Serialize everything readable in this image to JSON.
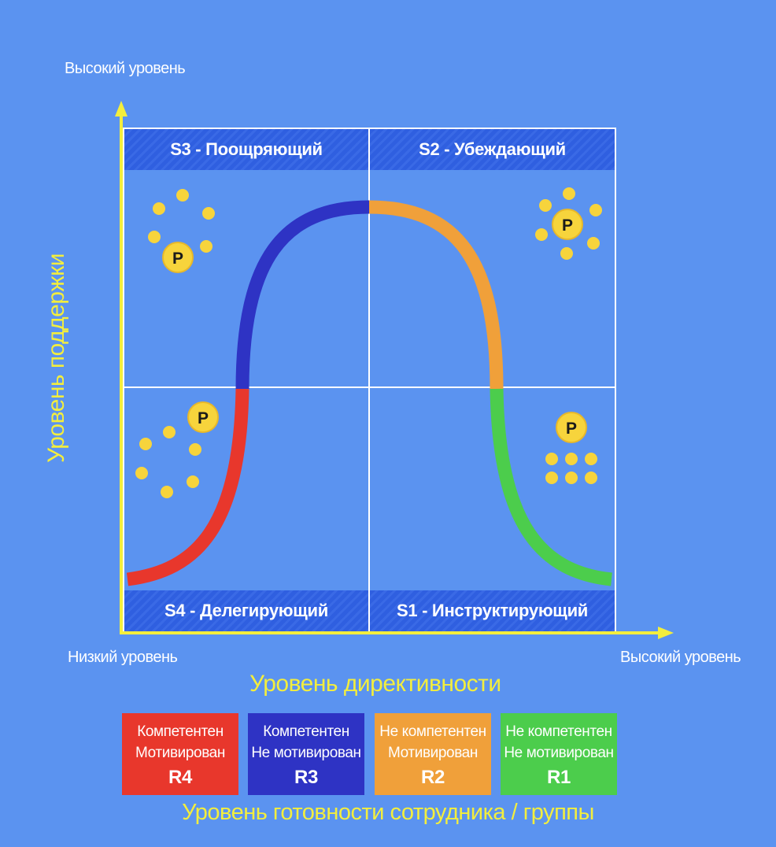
{
  "axes": {
    "y_top_label": "Высокий уровень",
    "x_left_label": "Низкий уровень",
    "x_right_label": "Высокий уровень",
    "y_title": "Уровень поддержки",
    "x_title": "Уровень директивности"
  },
  "quadrants": {
    "s3": "S3 - Поощряющий",
    "s2": "S2 - Убеждающий",
    "s4": "S4 - Делегирующий",
    "s1": "S1 - Инструктирующий"
  },
  "marker_letter": "P",
  "legend": [
    {
      "line1": "Компетентен",
      "line2": "Мотивирован",
      "code": "R4",
      "color": "#e8372c"
    },
    {
      "line1": "Компетентен",
      "line2": "Не мотивирован",
      "code": "R3",
      "color": "#2e33c4"
    },
    {
      "line1": "Не компетентен",
      "line2": "Мотивирован",
      "code": "R2",
      "color": "#f0a03a"
    },
    {
      "line1": "Не компетентен",
      "line2": "Не мотивирован",
      "code": "R1",
      "color": "#4ccd4c"
    }
  ],
  "footer": "Уровень готовности сотрудника / группы",
  "colors": {
    "background": "#5b93f0",
    "axis": "#f3ee3d",
    "grid": "#ffffff",
    "curve_r4": "#e8372c",
    "curve_r3": "#2e33c4",
    "curve_r2": "#f0a03a",
    "curve_r1": "#4ccd4c",
    "dot": "#f7d43c"
  }
}
